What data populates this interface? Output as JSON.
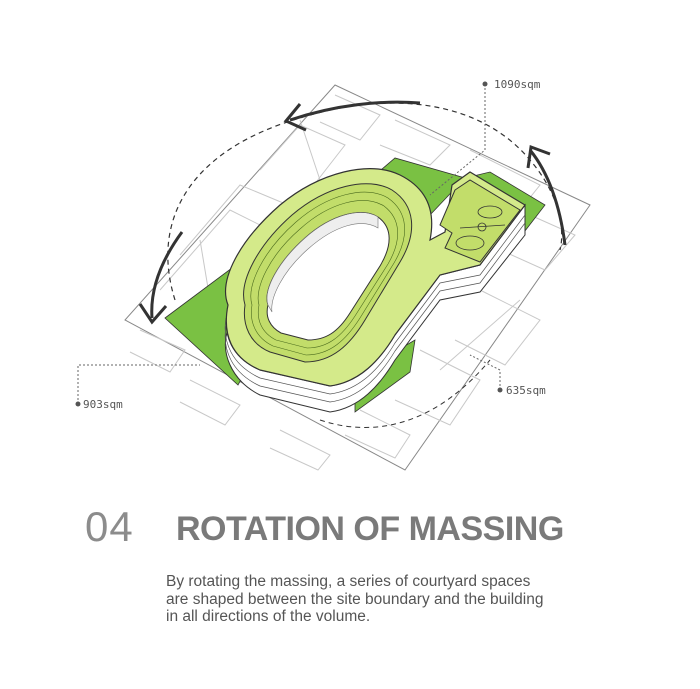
{
  "annotations": {
    "top_area": "1090sqm",
    "left_area": "903sqm",
    "right_area": "635sqm"
  },
  "caption": {
    "number": "04",
    "title": "ROTATION OF MASSING",
    "lines": [
      "By rotating the massing, a series of courtyard spaces",
      "are shaped between the site boundary and the building",
      "in all directions of the volume."
    ]
  },
  "colors": {
    "green_courtyard": "#7ac143",
    "roof_green": "#d4ea8a",
    "track_green": "#c2dd6a",
    "line": "#333333",
    "site_lines": "#c8c8c8"
  }
}
